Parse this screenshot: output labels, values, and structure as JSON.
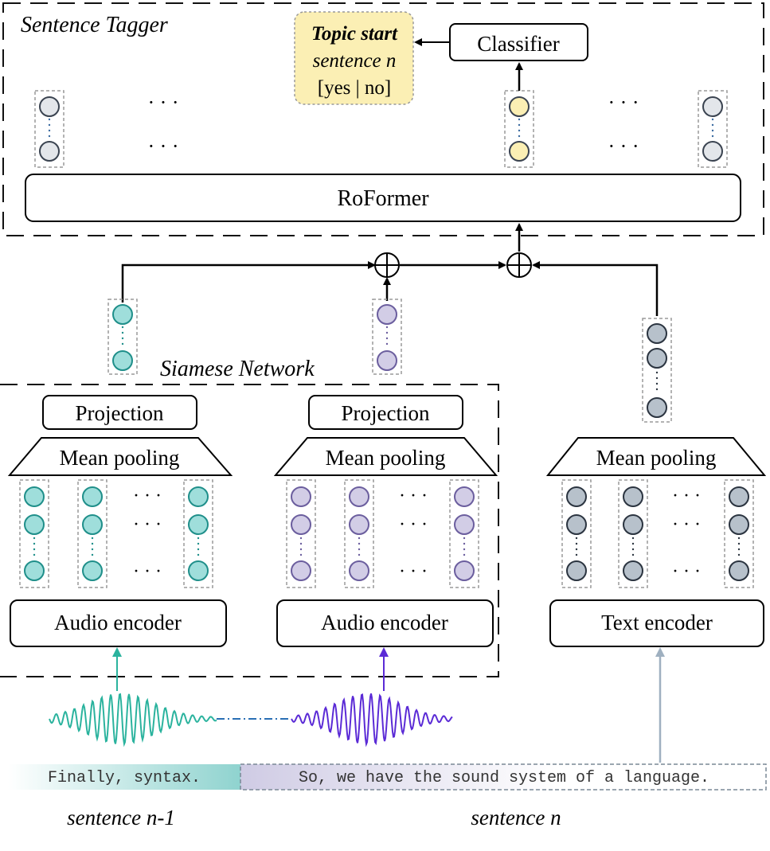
{
  "sentence_tagger": {
    "title": "Sentence Tagger",
    "classifier_label": "Classifier",
    "output": {
      "line1": "Topic start",
      "line2": "sentence n",
      "line3": "[yes | no]"
    },
    "roformer_label": "RoFormer"
  },
  "siamese": {
    "title": "Siamese Network",
    "left": {
      "projection": "Projection",
      "pooling": "Mean pooling",
      "encoder": "Audio encoder"
    },
    "right": {
      "projection": "Projection",
      "pooling": "Mean pooling",
      "encoder": "Audio encoder"
    }
  },
  "text_branch": {
    "pooling": "Mean pooling",
    "encoder": "Text encoder"
  },
  "ellipsis": "· · ·",
  "sentences": {
    "prev_text": "Finally, syntax.",
    "curr_text": "So, we have the sound system of a language.",
    "prev_label": "sentence n-1",
    "curr_label": "sentence n"
  },
  "colors": {
    "teal": "#9fdedb",
    "teal_stroke": "#1f8f8a",
    "purple": "#d2cde6",
    "purple_stroke": "#6b5e9e",
    "gray": "#b7c1cb",
    "gray_stroke": "#2b3440",
    "yellow": "#fbefb4",
    "light_gray": "#e3e6ea",
    "arrow_teal": "#2bb39e",
    "arrow_purple": "#5b2bd6",
    "arrow_gray": "#9fb0c0"
  }
}
